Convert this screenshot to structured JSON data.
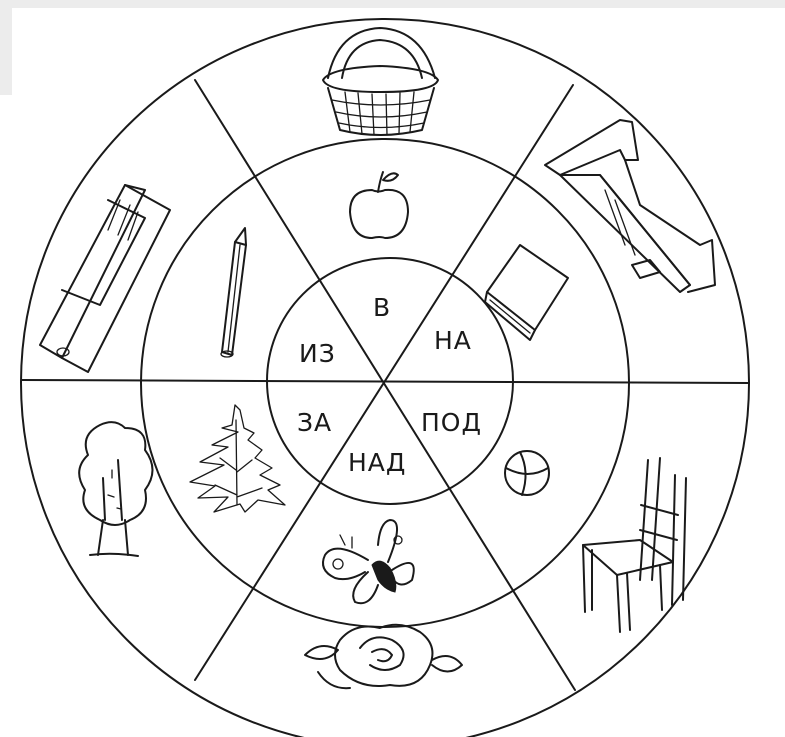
{
  "wheel": {
    "center_words": {
      "v": "В",
      "na": "НА",
      "pod": "ПОД",
      "nad": "НАД",
      "za": "ЗА",
      "iz": "ИЗ"
    },
    "pictures": {
      "outer_ring": [
        "basket-icon",
        "slide-icon",
        "chair-icon",
        "rose-icon",
        "tree-icon",
        "pencil-case-icon"
      ],
      "middle_ring": [
        "apple-icon",
        "book-icon",
        "ball-icon",
        "butterfly-icon",
        "fir-tree-icon",
        "pencil-icon"
      ]
    },
    "ink_color": "#1a1a1a",
    "paper_color": "#ffffff"
  }
}
